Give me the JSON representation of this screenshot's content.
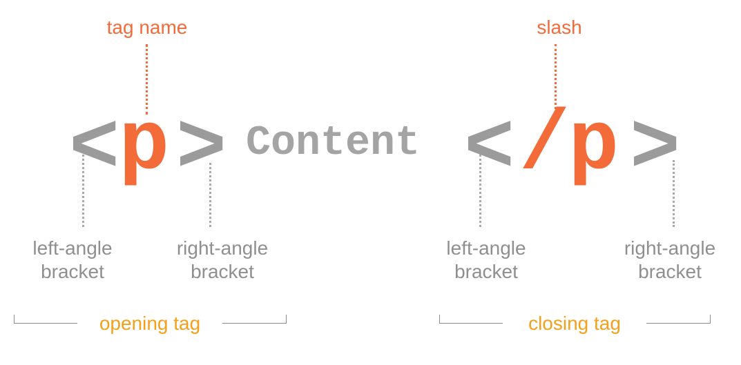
{
  "opening_tag": {
    "left_bracket": "<",
    "tag_name": "p",
    "right_bracket": ">"
  },
  "content": "Content",
  "closing_tag": {
    "left_bracket": "<",
    "slash": "/",
    "tag_name": "p",
    "right_bracket": ">"
  },
  "callouts": {
    "tag_name": "tag name",
    "slash": "slash",
    "opening_left": {
      "line1": "left-angle",
      "line2": "bracket"
    },
    "opening_right": {
      "line1": "right-angle",
      "line2": "bracket"
    },
    "closing_left": {
      "line1": "left-angle",
      "line2": "bracket"
    },
    "closing_right": {
      "line1": "right-angle",
      "line2": "bracket"
    }
  },
  "groups": {
    "opening": "opening tag",
    "closing": "closing tag"
  },
  "colors": {
    "accent_orange": "#f26b38",
    "group_label_orange": "#f5a01a",
    "bracket_gray": "#9b9b9b",
    "content_gray": "#a4a4a4"
  }
}
